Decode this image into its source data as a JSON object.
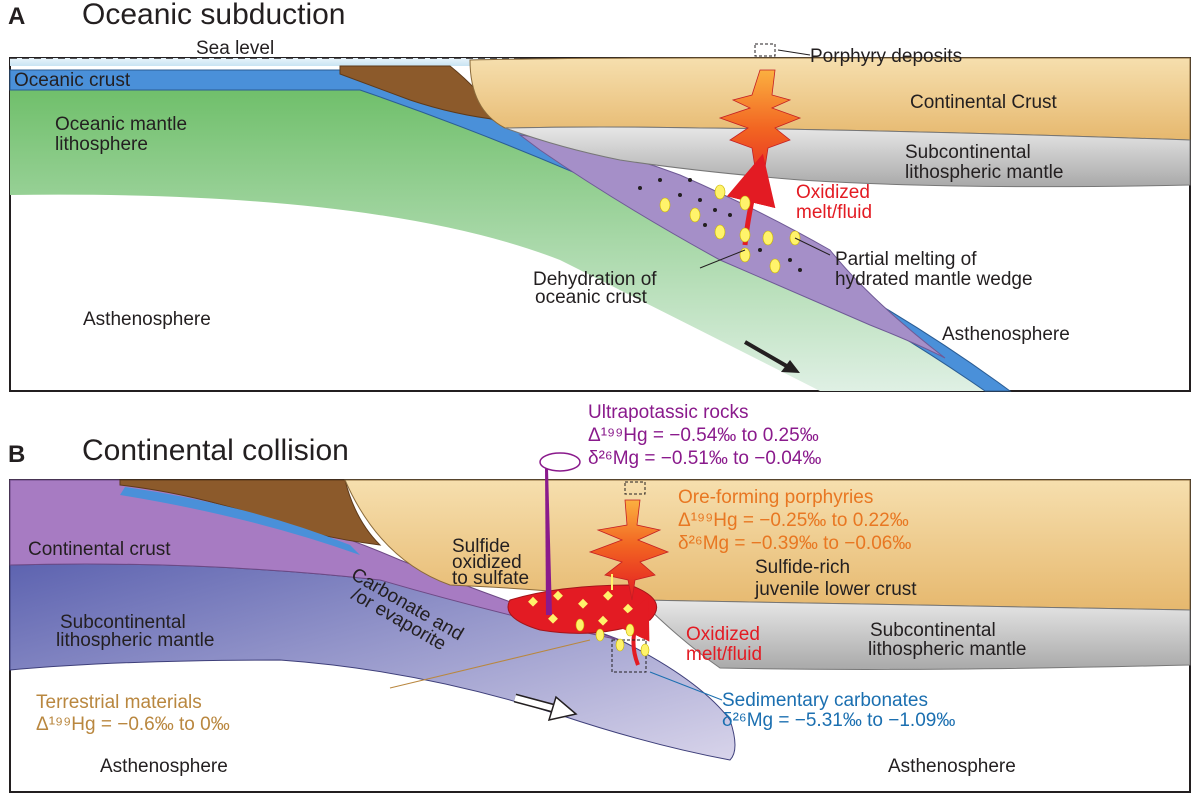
{
  "panel_a": {
    "letter": "A",
    "title": "Oceanic subduction",
    "labels": {
      "sea_level": "Sea level",
      "oceanic_crust": "Oceanic crust",
      "oceanic_mantle_1": "Oceanic mantle",
      "oceanic_mantle_2": "lithosphere",
      "porphyry": "Porphyry deposits",
      "continental_crust": "Continental Crust",
      "sclm_1": "Subcontinental",
      "sclm_2": "lithospheric mantle",
      "oxidized_1": "Oxidized",
      "oxidized_2": "melt/fluid",
      "partial_1": "Partial melting of",
      "partial_2": "hydrated mantle wedge",
      "dehydration_1": "Dehydration of",
      "dehydration_2": "oceanic crust",
      "astheno_left": "Asthenosphere",
      "astheno_right": "Asthenosphere"
    }
  },
  "panel_b": {
    "letter": "B",
    "title": "Continental collision",
    "labels": {
      "ultra_1": "Ultrapotassic rocks",
      "ultra_2": "Δ¹⁹⁹Hg = −0.54‰ to 0.25‰",
      "ultra_3": "δ²⁶Mg = −0.51‰ to −0.04‰",
      "ore_1": "Ore-forming porphyries",
      "ore_2": "Δ¹⁹⁹Hg = −0.25‰ to 0.22‰",
      "ore_3": "δ²⁶Mg = −0.39‰ to −0.06‰",
      "continental_crust": "Continental crust",
      "sulfide_ox_1": "Sulfide",
      "sulfide_ox_2": "oxidized",
      "sulfide_ox_3": "to sulfate",
      "sulfide_rich_1": "Sulfide-rich",
      "sulfide_rich_2": "juvenile lower crust",
      "carbonate_1": "Carbonate and",
      "carbonate_2": "/or evaporite",
      "sclm_left_1": "Subcontinental",
      "sclm_left_2": "lithospheric mantle",
      "oxidized_1": "Oxidized",
      "oxidized_2": "melt/fluid",
      "sclm_right_1": "Subcontinental",
      "sclm_right_2": "lithospheric mantle",
      "terrestrial_1": "Terrestrial materials",
      "terrestrial_2": "Δ¹⁹⁹Hg = −0.6‰ to 0‰",
      "sediment_1": "Sedimentary carbonates",
      "sediment_2": "δ²⁶Mg = −5.31‰ to −1.09‰",
      "astheno_left": "Asthenosphere",
      "astheno_right": "Asthenosphere"
    }
  },
  "colors": {
    "oceanic_crust": "#4a90d9",
    "oceanic_mantle": "#6fbf6a",
    "continental_crust": "#f2d39b",
    "sclm": "#cfcfcf",
    "wedge": "#a58fc8",
    "sediment_wedge": "#8c5a2b",
    "melt_red": "#e31b23",
    "melt_orange": "#f7941d",
    "collision_crust": "#a77bc2",
    "collision_mantle": "#6a6fb8"
  }
}
